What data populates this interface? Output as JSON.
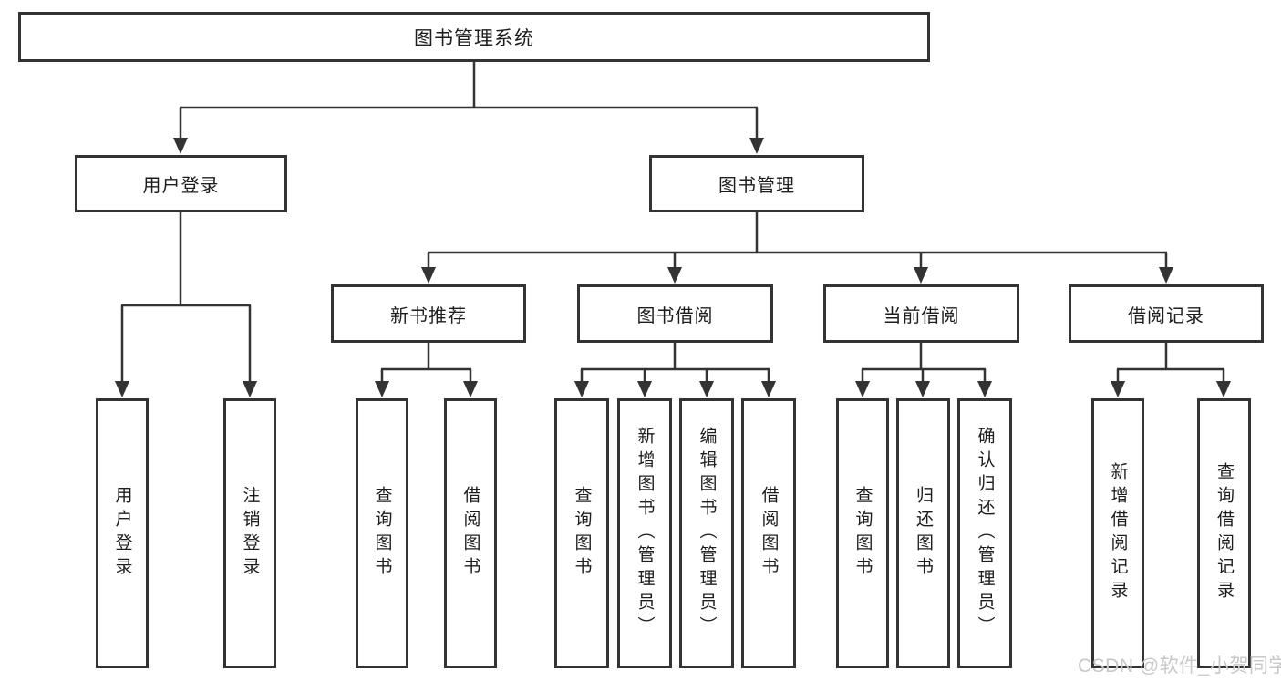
{
  "root": {
    "label": "图书管理系统"
  },
  "branches": {
    "login": {
      "label": "用户登录",
      "leaves": [
        "用户登录",
        "注销登录"
      ]
    },
    "management": {
      "label": "图书管理",
      "sections": {
        "recommend": {
          "label": "新书推荐",
          "leaves": [
            "查询图书",
            "借阅图书"
          ]
        },
        "borrow": {
          "label": "图书借阅",
          "leaves": [
            "查询图书",
            "新增图书（管理员）",
            "编辑图书（管理员）",
            "借阅图书"
          ]
        },
        "current": {
          "label": "当前借阅",
          "leaves": [
            "查询图书",
            "归还图书",
            "确认归还（管理员）"
          ]
        },
        "records": {
          "label": "借阅记录",
          "leaves": [
            "新增借阅记录",
            "查询借阅记录"
          ]
        }
      }
    }
  },
  "watermark": {
    "label": "CSDN @软件_小贺同学"
  },
  "colors": {
    "line": "#333333",
    "text": "#1d1d1f",
    "box_background": "#ffffff",
    "watermark": "#c8c8c8",
    "background": "#ffffff"
  }
}
